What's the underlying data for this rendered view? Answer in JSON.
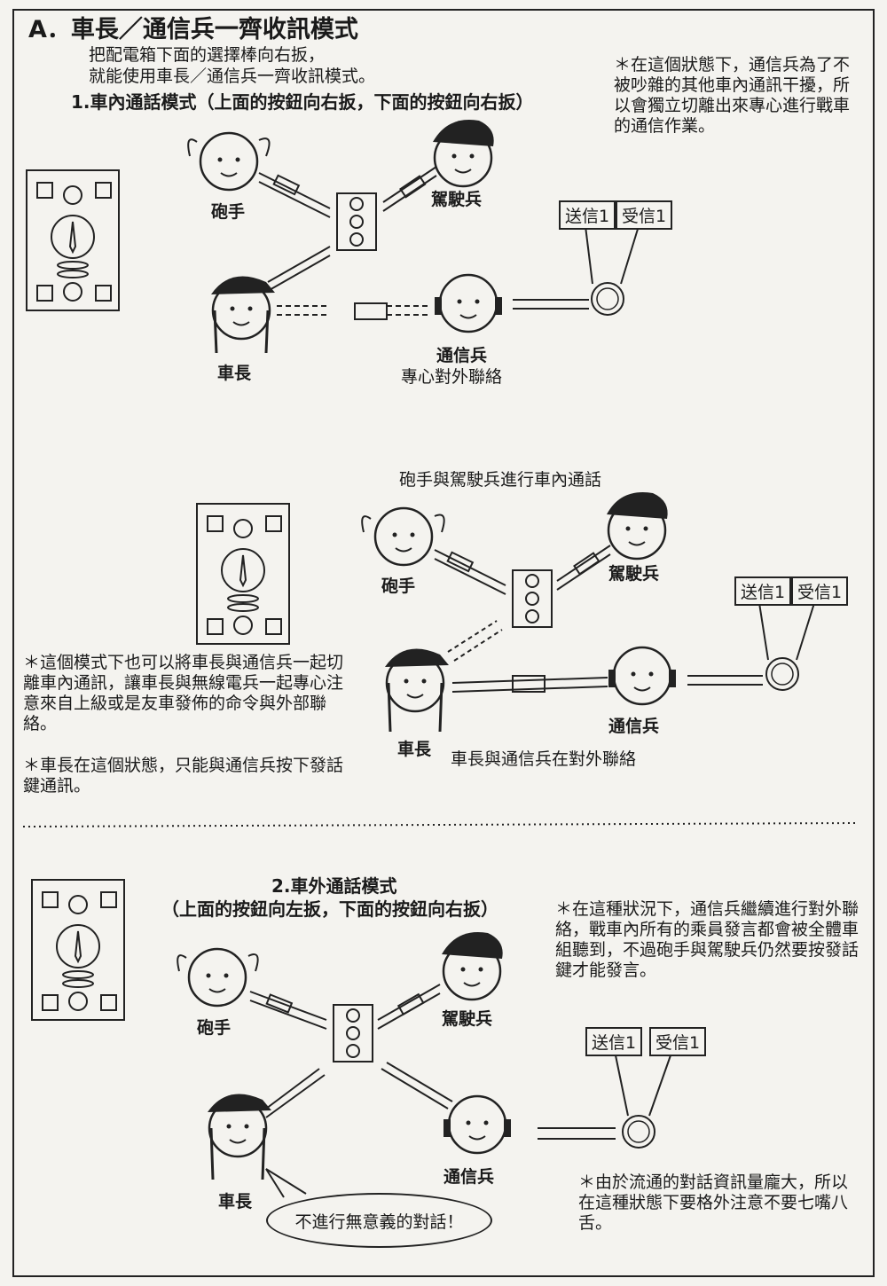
{
  "title": "A．車長／通信兵一齊收訊模式",
  "intro": [
    "把配電箱下面的選擇棒向右扳，",
    "就能使用車長／通信兵一齊收訊模式。"
  ],
  "note_top": "＊在這個狀態下，通信兵為了不被吵雜的其他車內通訊干擾，所以會獨立切離出來專心進行戰車的通信作業。",
  "mode1_title": "1.車內通話模式（上面的按鈕向右扳，下面的按鈕向右扳）",
  "roles": {
    "gunner": "砲手",
    "driver": "駕駛兵",
    "commander": "車長",
    "radio": "通信兵"
  },
  "tags": {
    "send": "送信1",
    "recv": "受信1"
  },
  "cap_radio_focus": "專心對外聯絡",
  "cap_gunner_driver": "砲手與駕駛兵進行車內通話",
  "cap_cmd_radio": "車長與通信兵在對外聯絡",
  "note_mid1": "＊這個模式下也可以將車長與通信兵一起切離車內通訊，讓車長與無線電兵一起專心注意來自上級或是友車發佈的命令與外部聯絡。",
  "note_mid2": "＊車長在這個狀態，只能與通信兵按下發話鍵通訊。",
  "mode2_title_a": "2.車外通話模式",
  "mode2_title_b": "（上面的按鈕向左扳，下面的按鈕向右扳）",
  "note_bot1": "＊在這種狀況下，通信兵繼續進行對外聯絡，戰車內所有的乘員發言都會被全體車組聽到，不過砲手與駕駛兵仍然要按發話鍵才能發言。",
  "note_bot2": "＊由於流通的對話資訊量龐大，所以在這種狀態下要格外注意不要七嘴八舌。",
  "speech": "不進行無意義的對話！"
}
